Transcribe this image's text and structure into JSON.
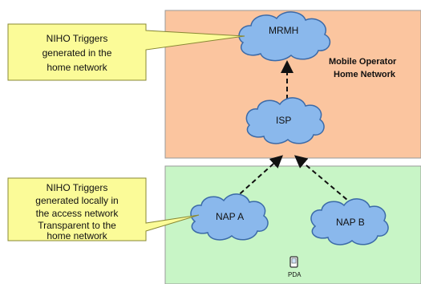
{
  "colors": {
    "home_network_fill": "#fbc59f",
    "access_network_fill": "#c8f5c6",
    "cloud_fill": "#8ab8ec",
    "cloud_stroke": "#3b6aa8",
    "callout_fill": "#fbfb98",
    "callout_stroke": "#888833",
    "arrow": "#111111"
  },
  "home_network": {
    "label_line1": "Mobile Operator",
    "label_line2": "Home Network"
  },
  "nodes": {
    "mrmh": "MRMH",
    "isp": "ISP",
    "nap_a": "NAP A",
    "nap_b": "NAP B"
  },
  "device": {
    "icon": "pda-icon",
    "label": "PDA"
  },
  "callouts": {
    "home": [
      "NIHO Triggers",
      "generated in the",
      "home network"
    ],
    "access": [
      "NIHO Triggers",
      "generated locally in",
      "the access network",
      "Transparent to the",
      "home network"
    ]
  }
}
